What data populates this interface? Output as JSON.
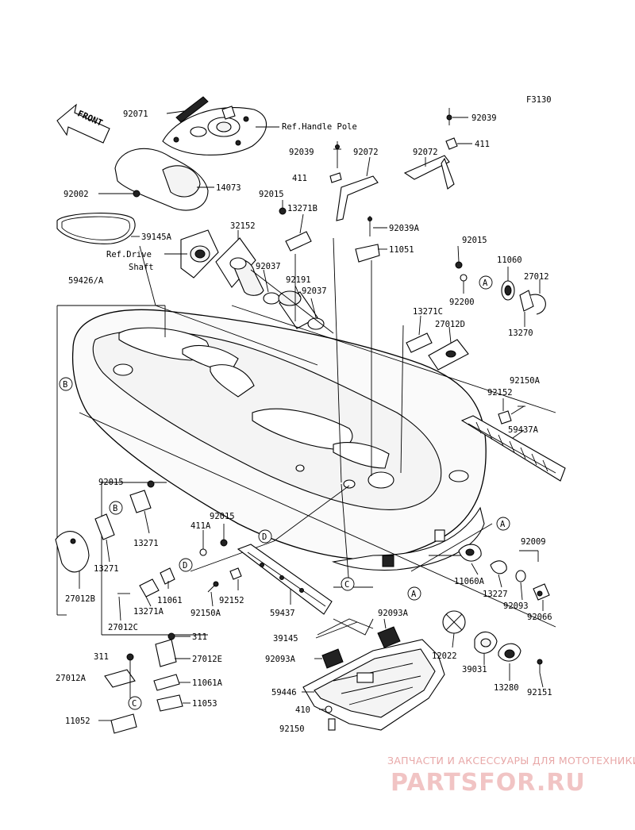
{
  "figure_code": "F3130",
  "front_label": "FRONT",
  "labels": {
    "p92071": "92071",
    "ref_handle_pole": "Ref.Handle Pole",
    "p92039_top": "92039",
    "p92039_mid": "92039",
    "p92072_a": "92072",
    "p92072_b": "92072",
    "p411_top": "411",
    "p411_mid": "411",
    "p14073": "14073",
    "p92002": "92002",
    "p92015_a": "92015",
    "p13271B": "13271B",
    "p32152": "32152",
    "p92039A": "92039A",
    "p39145A": "39145A",
    "ref_drive": "Ref.Drive",
    "shaft": "Shaft",
    "p11051": "11051",
    "p92015_b": "92015",
    "p92037_a": "92037",
    "p92191": "92191",
    "p11060": "11060",
    "p27012": "27012",
    "p59426A": "59426/A",
    "p92037_b": "92037",
    "p92200": "92200",
    "p13270": "13270",
    "p13271C": "13271C",
    "p27012D": "27012D",
    "p92150A_r": "92150A",
    "p92152_r": "92152",
    "p59437A": "59437A",
    "p92015_c": "92015",
    "p13271_a": "13271",
    "p92015_d": "92015",
    "p411A": "411A",
    "p13271_b": "13271",
    "p27012B": "27012B",
    "p11061": "11061",
    "p13271A": "13271A",
    "p92152_l": "92152",
    "p92150A_l": "92150A",
    "p27012C": "27012C",
    "p59437": "59437",
    "p92009": "92009",
    "p11060A": "11060A",
    "p13227": "13227",
    "p92093": "92093",
    "p92066": "92066",
    "p92093A_a": "92093A",
    "p39145": "39145",
    "p92093A_b": "92093A",
    "p12022": "12022",
    "p39031": "39031",
    "p13280": "13280",
    "p92151": "92151",
    "p311_a": "311",
    "p311_b": "311",
    "p27012E": "27012E",
    "p27012A": "27012A",
    "p11061A": "11061A",
    "p11053": "11053",
    "p11052": "11052",
    "p59446": "59446",
    "p410": "410",
    "p92150": "92150"
  },
  "callouts": {
    "A1": "A",
    "A2": "A",
    "A3": "A",
    "B1": "B",
    "B2": "B",
    "C1": "C",
    "C2": "C",
    "D1": "D",
    "D2": "D"
  },
  "watermark": {
    "caption": "ЗАПЧАСТИ И АКСЕССУАРЫ ДЛЯ МОТОТЕХНИКИ",
    "logo": "PARTSFOR.RU"
  }
}
